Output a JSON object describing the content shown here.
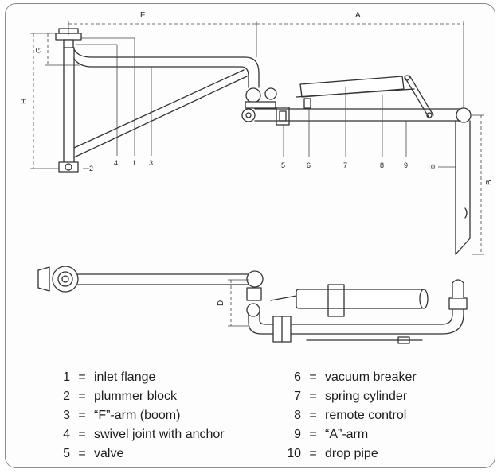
{
  "dimensions": {
    "F": "F",
    "A": "A",
    "G": "G",
    "H": "H",
    "B": "B",
    "D": "D"
  },
  "callouts": [
    "1",
    "2",
    "3",
    "4",
    "5",
    "6",
    "7",
    "8",
    "9",
    "10"
  ],
  "legend": {
    "left": [
      {
        "num": "1",
        "label": "inlet flange"
      },
      {
        "num": "2",
        "label": "plummer block"
      },
      {
        "num": "3",
        "label": "“F”-arm (boom)"
      },
      {
        "num": "4",
        "label": "swivel joint with anchor"
      },
      {
        "num": "5",
        "label": "valve"
      }
    ],
    "right": [
      {
        "num": "6",
        "label": "vacuum breaker"
      },
      {
        "num": "7",
        "label": "spring cylinder"
      },
      {
        "num": "8",
        "label": "remote control"
      },
      {
        "num": "9",
        "label": "“A”-arm"
      },
      {
        "num": "10",
        "label": "drop pipe"
      }
    ],
    "equals": "="
  },
  "colors": {
    "line": "#333333",
    "frame": "#8a8a8a",
    "background": "#ffffff"
  }
}
